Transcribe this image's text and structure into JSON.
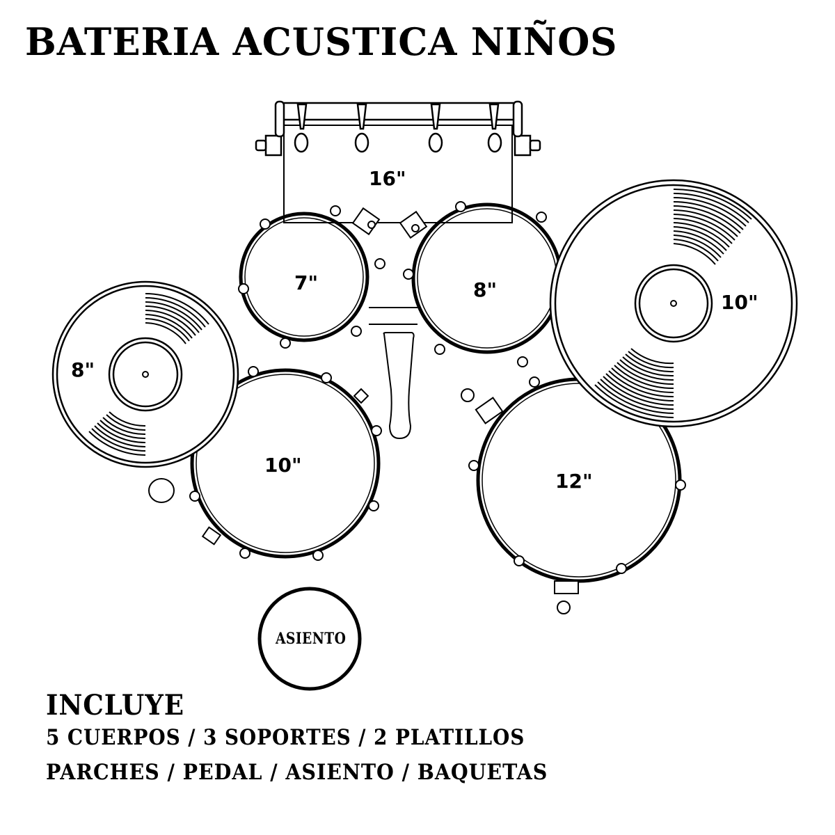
{
  "title": "BATERIA ACUSTICA NIÑOS",
  "diagram": {
    "bass_drum": {
      "label": "16\"",
      "description": "bass-drum"
    },
    "toms": [
      {
        "label": "7\"",
        "description": "tom-left"
      },
      {
        "label": "8\"",
        "description": "tom-right"
      }
    ],
    "floor_drums": [
      {
        "label": "10\"",
        "description": "snare-drum"
      },
      {
        "label": "12\"",
        "description": "floor-tom"
      }
    ],
    "cymbals": [
      {
        "label": "8\"",
        "description": "hi-hat-cymbal"
      },
      {
        "label": "10\"",
        "description": "crash-cymbal"
      }
    ],
    "seat": {
      "label": "ASIENTO"
    },
    "pedal": {
      "description": "bass-drum-pedal"
    }
  },
  "includes": {
    "heading": "INCLUYE",
    "line1": "5 CUERPOS / 3 SOPORTES / 2 PLATILLOS",
    "line2": "PARCHES / PEDAL / ASIENTO / BAQUETAS"
  },
  "colors": {
    "line": "#000000",
    "background": "#ffffff"
  }
}
